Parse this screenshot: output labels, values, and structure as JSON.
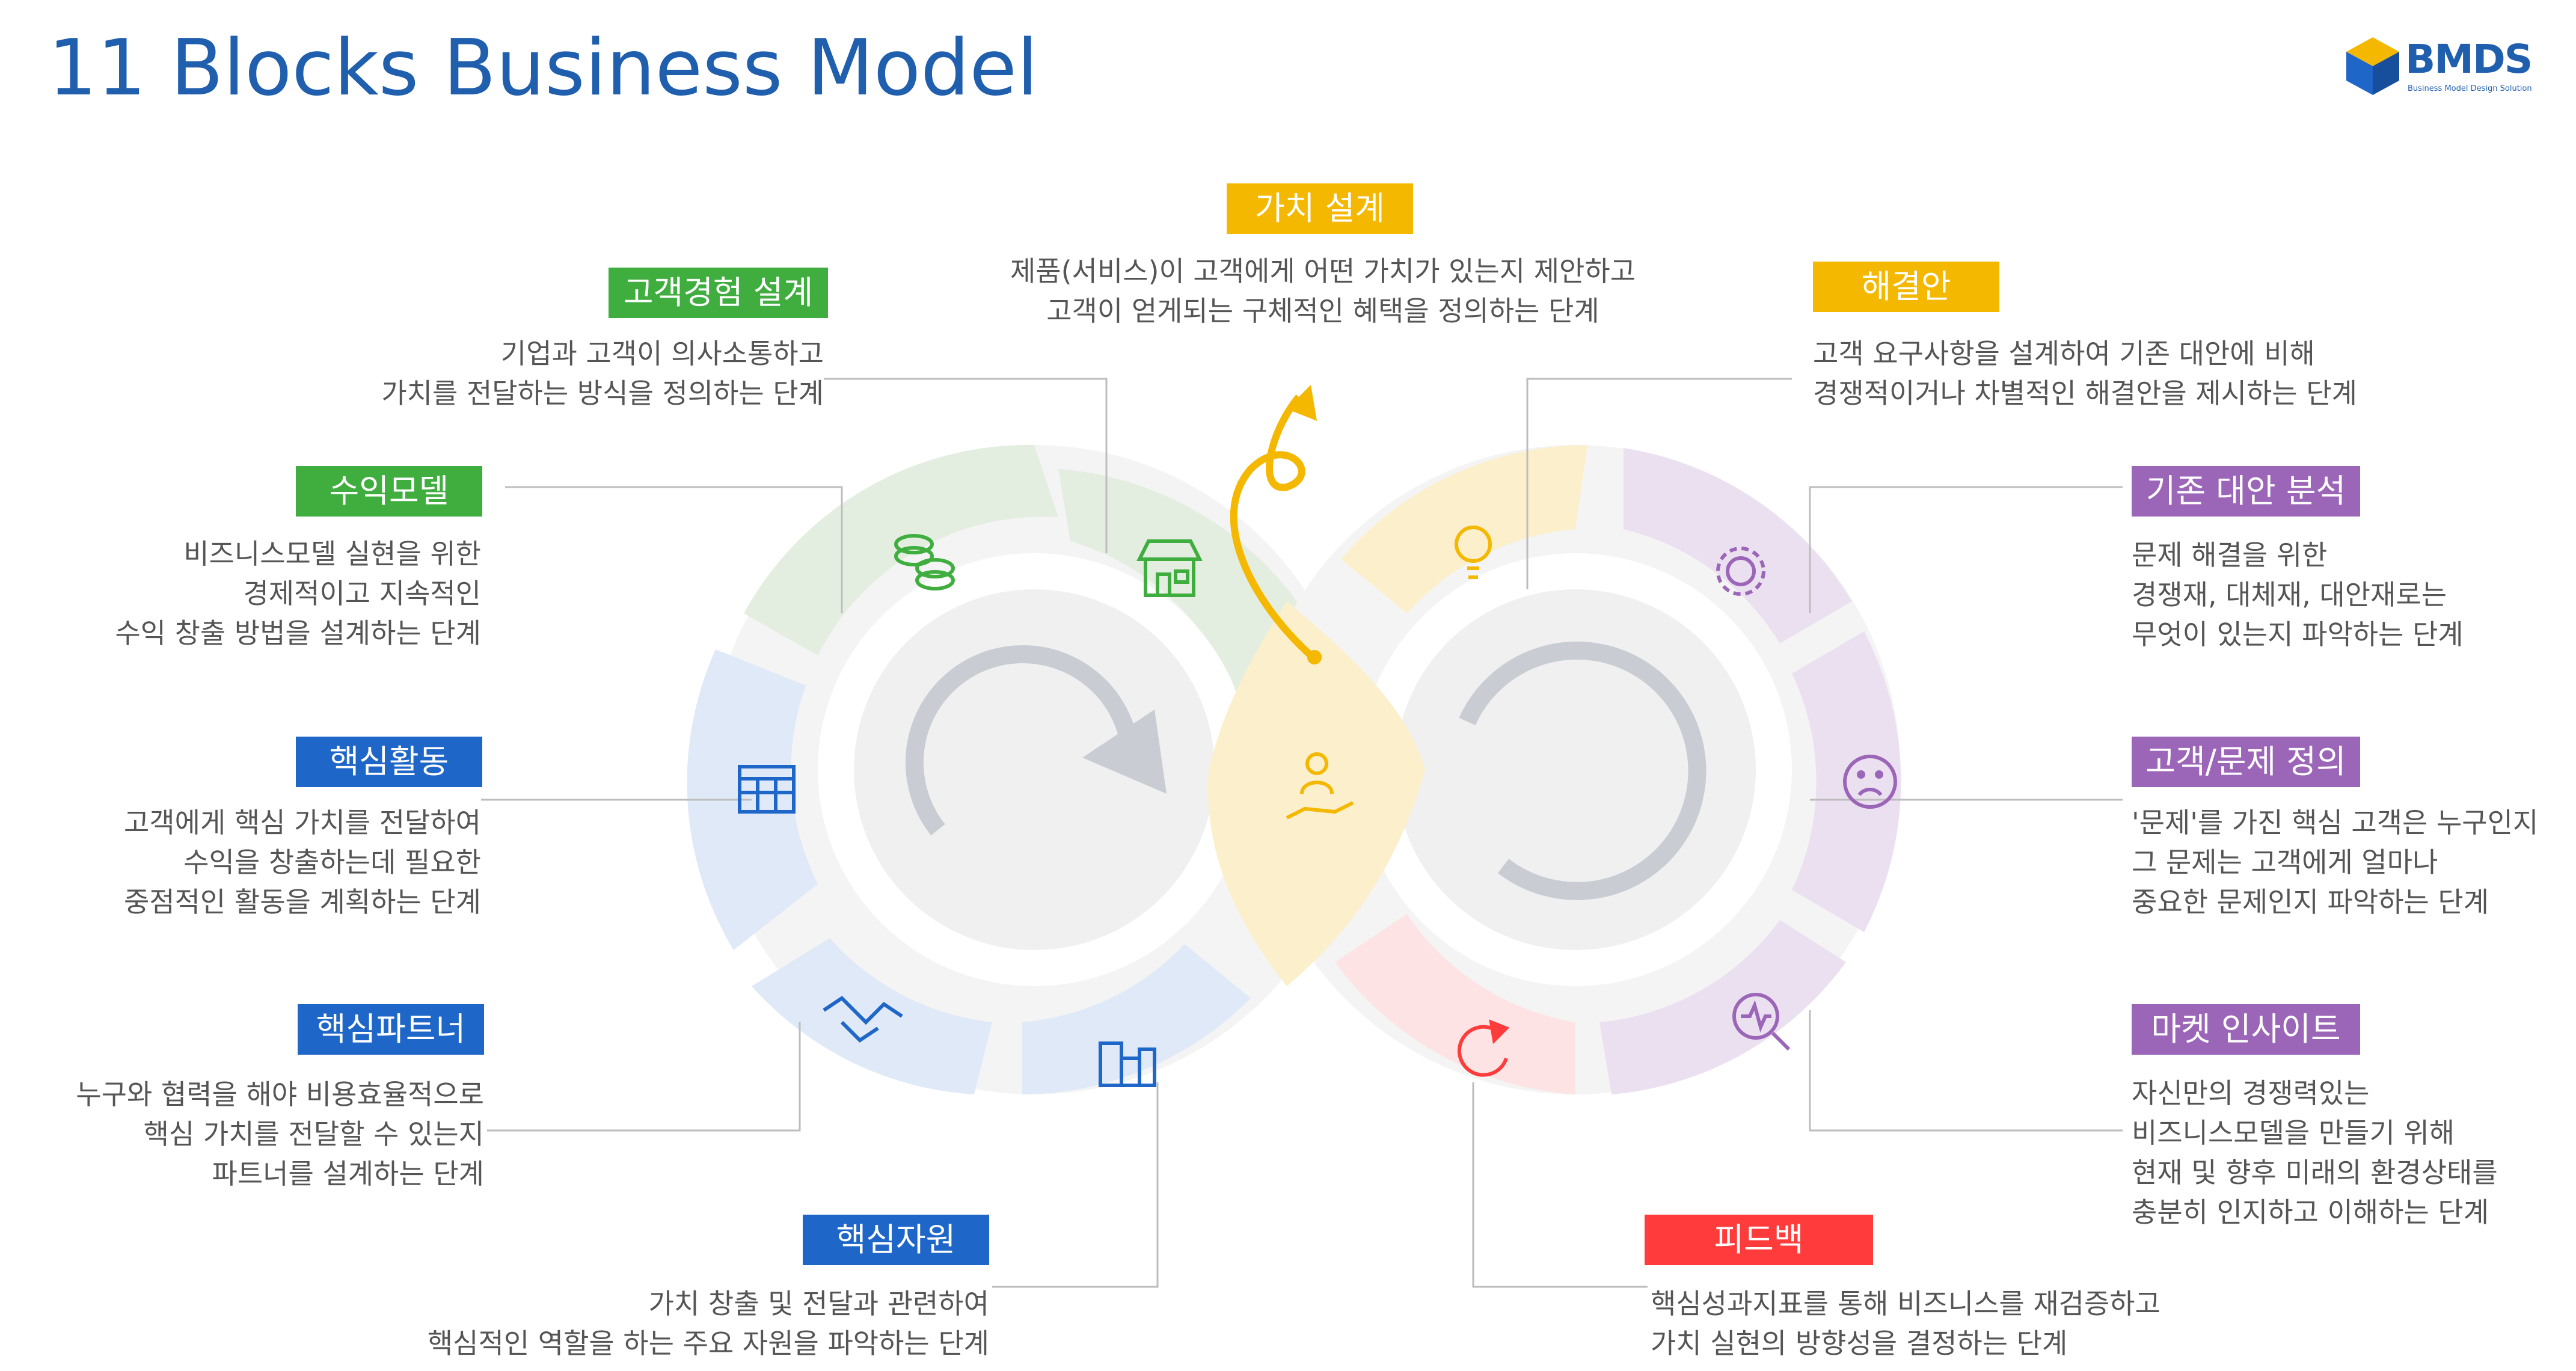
{
  "title": "11 Blocks Business Model",
  "logo": {
    "word": "BMDS",
    "sub": "Business Model Design Solution"
  },
  "blocks": {
    "value_design": {
      "label": "가치 설계",
      "lines": [
        "제품(서비스)이 고객에게 어떤 가치가 있는지 제안하고",
        "고객이 얻게되는 구체적인 혜택을 정의하는 단계"
      ],
      "color": "#f5b800"
    },
    "cx_design": {
      "label": "고객경험 설계",
      "lines": [
        "기업과 고객이 의사소통하고",
        "가치를 전달하는 방식을 정의하는 단계"
      ],
      "color": "#3fae3f"
    },
    "revenue_model": {
      "label": "수익모델",
      "lines": [
        "비즈니스모델 실현을 위한",
        "경제적이고 지속적인",
        "수익 창출 방법을 설계하는 단계"
      ],
      "color": "#3fae3f"
    },
    "key_activities": {
      "label": "핵심활동",
      "lines": [
        "고객에게 핵심 가치를 전달하여",
        "수익을 창출하는데 필요한",
        "중점적인 활동을 계획하는 단계"
      ],
      "color": "#1e66c8"
    },
    "key_partners": {
      "label": "핵심파트너",
      "lines": [
        "누구와 협력을 해야 비용효율적으로",
        "핵심 가치를 전달할 수 있는지",
        "파트너를 설계하는 단계"
      ],
      "color": "#1e66c8"
    },
    "key_resources": {
      "label": "핵심자원",
      "lines": [
        "가치 창출 및 전달과 관련하여",
        "핵심적인 역할을 하는 주요 자원을 파악하는 단계"
      ],
      "color": "#1e66c8"
    },
    "solution": {
      "label": "해결안",
      "lines": [
        "고객 요구사항을 설계하여 기존 대안에 비해",
        "경쟁적이거나 차별적인 해결안을 제시하는 단계"
      ],
      "color": "#f5b800"
    },
    "alternatives": {
      "label": "기존 대안 분석",
      "lines": [
        "문제 해결을 위한",
        "경쟁재, 대체재, 대안재로는",
        "무엇이 있는지 파악하는 단계"
      ],
      "color": "#9c66b8"
    },
    "customer_problem": {
      "label": "고객/문제 정의",
      "lines": [
        "'문제'를 가진 핵심 고객은 누구인지",
        "그 문제는 고객에게 얼마나",
        "중요한 문제인지 파악하는 단계"
      ],
      "color": "#9c66b8"
    },
    "market_insight": {
      "label": "마켓 인사이트",
      "lines": [
        "자신만의 경쟁력있는",
        "비즈니스모델을 만들기 위해",
        "현재 및 향후 미래의 환경상태를",
        "충분히 인지하고 이해하는 단계"
      ],
      "color": "#9c66b8"
    },
    "feedback": {
      "label": "피드백",
      "lines": [
        "핵심성과지표를 통해 비즈니스를 재검증하고",
        "가치 실현의 방향성을 결정하는 단계"
      ],
      "color": "#ff3b3b"
    }
  },
  "icons": [
    "coins-icon",
    "store-icon",
    "calendar-icon",
    "handshake-icon",
    "buildings-icon",
    "hand-person-icon",
    "lightbulb-icon",
    "gear-icon",
    "sad-face-icon",
    "analysis-icon",
    "refresh-icon"
  ]
}
